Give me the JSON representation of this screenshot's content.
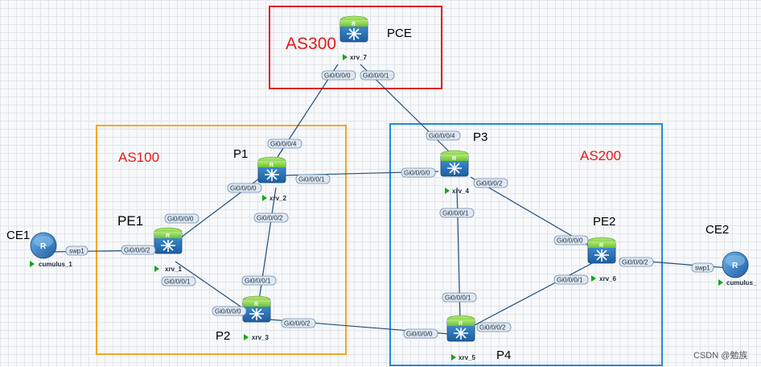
{
  "colors": {
    "as300": "#e21b1b",
    "as100": "#f5a623",
    "as200": "#1e88e5",
    "as_text": "#e21b1b",
    "link": "#1f4e79",
    "router_top": "#8bd44a",
    "router_body": "#2f7fc8"
  },
  "areas": [
    {
      "id": "as300",
      "label": "AS300"
    },
    {
      "id": "as100",
      "label": "AS100"
    },
    {
      "id": "as200",
      "label": "AS200"
    }
  ],
  "devices": [
    {
      "id": "xrv_7",
      "name": "xrv_7",
      "tag": "PCE",
      "icon": "router-icon"
    },
    {
      "id": "xrv_2",
      "name": "xrv_2",
      "tag": "P1",
      "icon": "router-icon"
    },
    {
      "id": "xrv_1",
      "name": "xrv_1",
      "tag": "PE1",
      "icon": "router-icon"
    },
    {
      "id": "xrv_3",
      "name": "xrv_3",
      "tag": "P2",
      "icon": "router-icon"
    },
    {
      "id": "xrv_4",
      "name": "xrv_4",
      "tag": "P3",
      "icon": "router-icon"
    },
    {
      "id": "xrv_5",
      "name": "xrv_5",
      "tag": "P4",
      "icon": "router-icon"
    },
    {
      "id": "xrv_6",
      "name": "xrv_6",
      "tag": "PE2",
      "icon": "router-icon"
    },
    {
      "id": "ce1",
      "name": "cumulus_1",
      "tag": "CE1",
      "icon": "switch-icon"
    },
    {
      "id": "ce2",
      "name": "cumulus_",
      "tag": "CE2",
      "icon": "switch-icon"
    }
  ],
  "links": [
    {
      "a": "xrv_7",
      "a_port": "Gi0/0/0/0",
      "b": "xrv_2",
      "b_port": "Gi0/0/0/4"
    },
    {
      "a": "xrv_7",
      "a_port": "Gi0/0/0/1",
      "b": "xrv_4",
      "b_port": "Gi0/0/0/4"
    },
    {
      "a": "xrv_2",
      "a_port": "Gi0/0/0/1",
      "b": "xrv_4",
      "b_port": "Gi0/0/0/0"
    },
    {
      "a": "xrv_2",
      "a_port": "Gi0/0/0/0",
      "b": "xrv_1",
      "b_port": "Gi0/0/0/0"
    },
    {
      "a": "xrv_2",
      "a_port": "Gi0/0/0/2",
      "b": "xrv_3",
      "b_port": "Gi0/0/0/1"
    },
    {
      "a": "ce1",
      "a_port": "swp1",
      "b": "xrv_1",
      "b_port": "Gi0/0/0/2"
    },
    {
      "a": "xrv_1",
      "a_port": "Gi0/0/0/1",
      "b": "xrv_3",
      "b_port": "Gi0/0/0/0"
    },
    {
      "a": "xrv_3",
      "a_port": "Gi0/0/0/2",
      "b": "xrv_5",
      "b_port": "Gi0/0/0/0"
    },
    {
      "a": "xrv_4",
      "a_port": "Gi0/0/0/2",
      "b": "xrv_6",
      "b_port": "Gi0/0/0/0"
    },
    {
      "a": "xrv_4",
      "a_port": "Gi0/0/0/1",
      "b": "xrv_5",
      "b_port": "Gi0/0/0/1"
    },
    {
      "a": "xrv_5",
      "a_port": "Gi0/0/0/2",
      "b": "xrv_6",
      "b_port": "Gi0/0/0/1"
    },
    {
      "a": "xrv_6",
      "a_port": "Gi0/0/0/2",
      "b": "ce2",
      "b_port": "swp1"
    }
  ],
  "watermark": "CSDN @勉族"
}
